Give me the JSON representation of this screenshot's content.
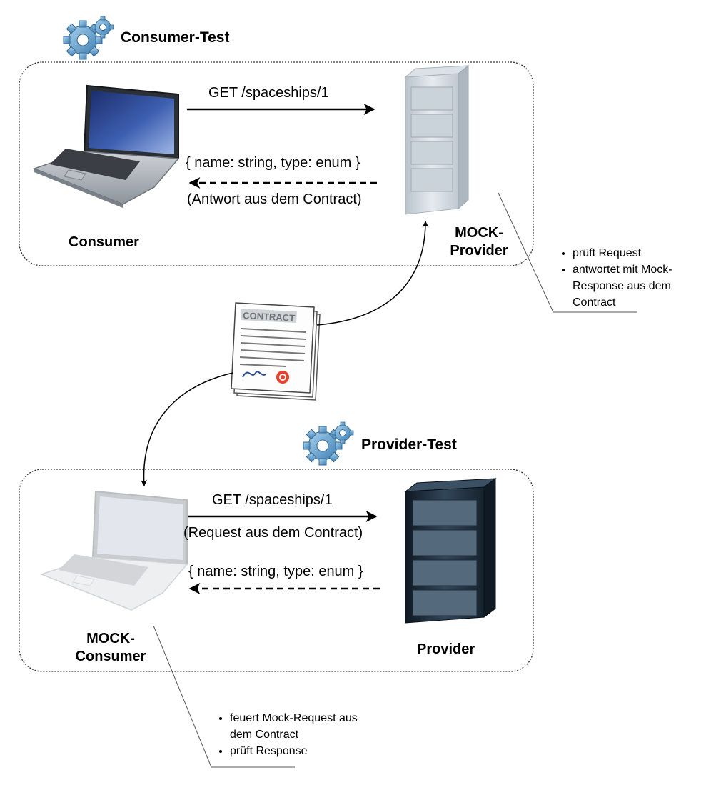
{
  "sections": {
    "consumer_test": {
      "title": "Consumer-Test",
      "request": "GET /spaceships/1",
      "response": "{ name: string, type: enum }",
      "response_note": "(Antwort aus dem Contract)",
      "consumer_label": "Consumer",
      "provider_label_line1": "MOCK-",
      "provider_label_line2": "Provider",
      "callout": [
        "prüft Request",
        "antwortet mit Mock-Response aus dem Contract"
      ]
    },
    "provider_test": {
      "title": "Provider-Test",
      "request": "GET /spaceships/1",
      "request_note": "(Request aus dem Contract)",
      "response": "{ name: string, type: enum }",
      "consumer_label_line1": "MOCK-",
      "consumer_label_line2": "Consumer",
      "provider_label": "Provider",
      "callout": [
        "feuert Mock-Request aus dem Contract",
        "prüft Response"
      ]
    }
  },
  "contract": {
    "stamp_text": "CONTRACT"
  },
  "icons": [
    "gears-icon",
    "laptop-icon",
    "server-icon",
    "contract-document-icon"
  ],
  "colors": {
    "frame": "#333333",
    "arrow": "#000000",
    "gear": "#6aa5cf",
    "mock_tint": "#b8bcc2",
    "server_dark": "#1c2b3a"
  }
}
